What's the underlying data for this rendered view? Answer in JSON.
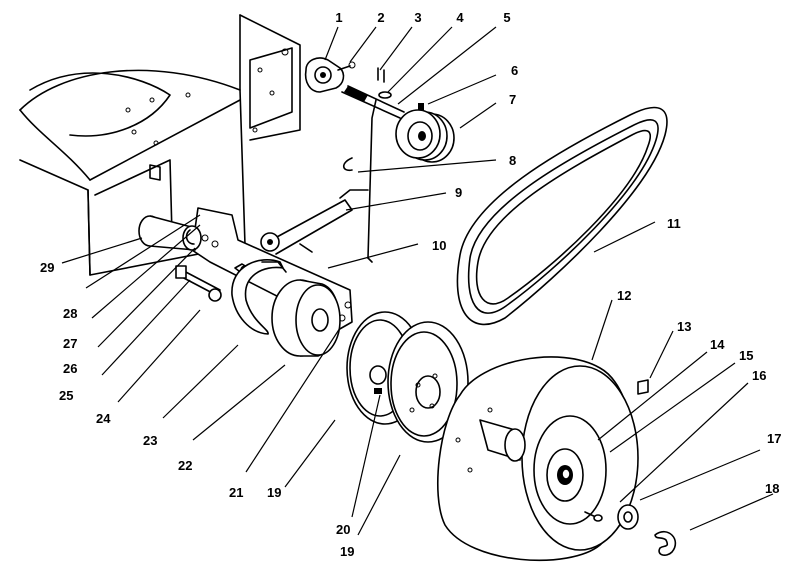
{
  "callouts": [
    {
      "id": "c1",
      "text": "1"
    },
    {
      "id": "c2",
      "text": "2"
    },
    {
      "id": "c3",
      "text": "3"
    },
    {
      "id": "c4",
      "text": "4"
    },
    {
      "id": "c5",
      "text": "5"
    },
    {
      "id": "c6",
      "text": "6"
    },
    {
      "id": "c7",
      "text": "7"
    },
    {
      "id": "c8",
      "text": "8"
    },
    {
      "id": "c9",
      "text": "9"
    },
    {
      "id": "c10",
      "text": "10"
    },
    {
      "id": "c11",
      "text": "11"
    },
    {
      "id": "c12",
      "text": "12"
    },
    {
      "id": "c13",
      "text": "13"
    },
    {
      "id": "c14",
      "text": "14"
    },
    {
      "id": "c15",
      "text": "15"
    },
    {
      "id": "c16",
      "text": "16"
    },
    {
      "id": "c17",
      "text": "17"
    },
    {
      "id": "c18",
      "text": "18"
    },
    {
      "id": "c19a",
      "text": "19"
    },
    {
      "id": "c19b",
      "text": "19"
    },
    {
      "id": "c20",
      "text": "20"
    },
    {
      "id": "c21",
      "text": "21"
    },
    {
      "id": "c22",
      "text": "22"
    },
    {
      "id": "c23",
      "text": "23"
    },
    {
      "id": "c24",
      "text": "24"
    },
    {
      "id": "c25",
      "text": "25"
    },
    {
      "id": "c26",
      "text": "26"
    },
    {
      "id": "c27",
      "text": "27"
    },
    {
      "id": "c28",
      "text": "28"
    },
    {
      "id": "c29",
      "text": "29"
    }
  ]
}
